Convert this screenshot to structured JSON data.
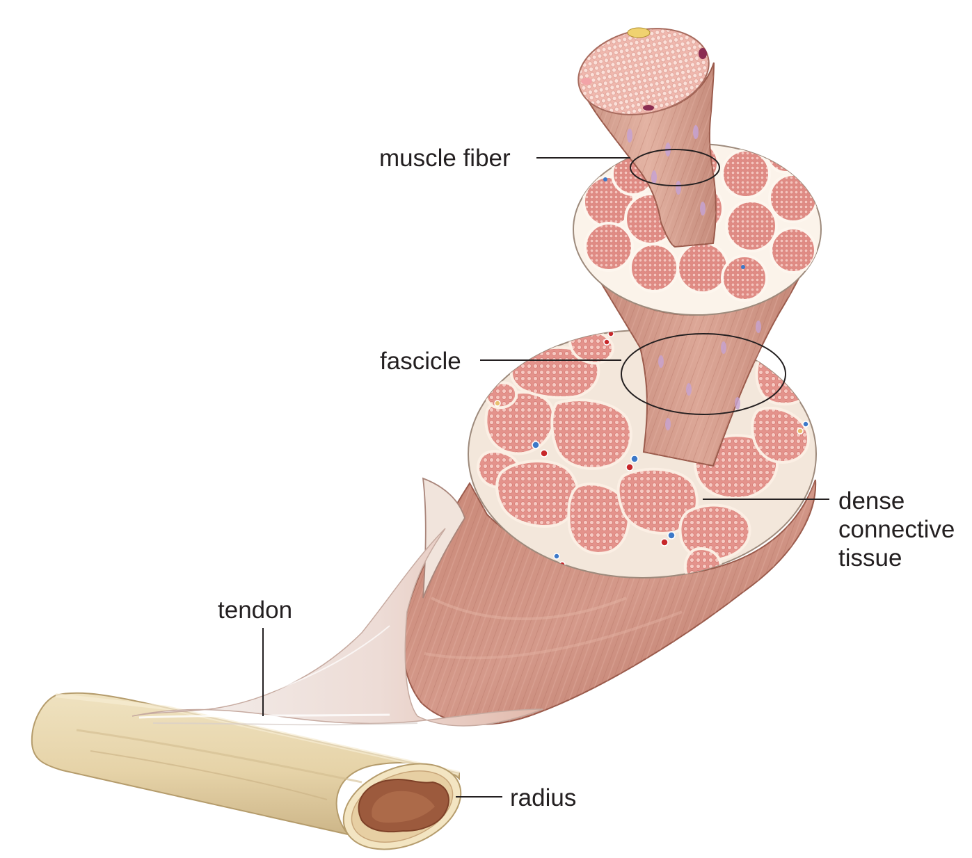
{
  "labels": {
    "muscle_fiber": "muscle fiber",
    "fascicle": "fascicle",
    "dense_connective_tissue": [
      "dense",
      "connective",
      "tissue"
    ],
    "tendon": "tendon",
    "radius": "radius"
  },
  "colors": {
    "muscle": "#c98f7f",
    "muscle_dark": "#a8685a",
    "fascicle_bundle": "#e7958f",
    "connective": "#f3e7db",
    "tendon": "#e9e2de",
    "bone": "#e8d6ae",
    "marrow": "#9c5a3d",
    "label_line": "#231f20"
  }
}
